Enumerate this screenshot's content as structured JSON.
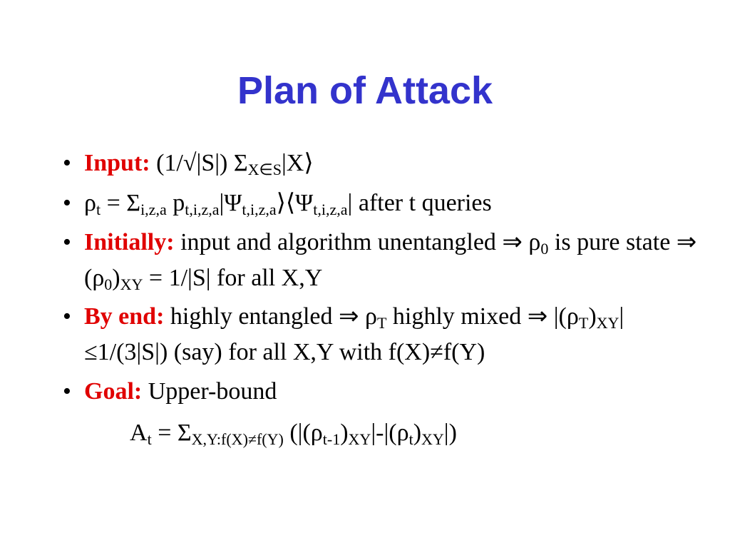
{
  "slide": {
    "title": "Plan of Attack",
    "bullet_glyph": "•",
    "bullets": [
      {
        "keyword": "Input:",
        "t1": " (1/√|S|) Σ",
        "s1": "X∈S",
        "t2": "|X⟩"
      },
      {
        "t1": "ρ",
        "s1": "t",
        "t2": " = Σ",
        "s2": "i,z,a",
        "t3": " p",
        "s3": "t,i,z,a",
        "t4": "|Ψ",
        "s4": "t,i,z,a",
        "t5": "⟩⟨Ψ",
        "s5": "t,i,z,a",
        "t6": "| after t queries"
      },
      {
        "keyword": "Initially:",
        "t1": " input and algorithm unentangled ⇒ ρ",
        "s1": "0",
        "t2": " is pure state ⇒ (ρ",
        "s2": "0",
        "t3": ")",
        "s3": "XY",
        "t4": " = 1/|S| for all X,Y"
      },
      {
        "keyword": "By end:",
        "t1": " highly entangled ⇒ ρ",
        "s1": "T",
        "t2": " highly mixed ⇒ |(ρ",
        "s2": "T",
        "t3": ")",
        "s3": "XY",
        "t4": "|≤1/(3|S|) (say) for all X,Y with f(X)≠f(Y)"
      },
      {
        "keyword": "Goal:",
        "t1": " Upper-bound"
      }
    ],
    "formula": {
      "t1": "A",
      "s1": "t",
      "t2": " = Σ",
      "s2": "X,Y:f(X)≠f(Y)",
      "t3": " (|(ρ",
      "s3": "t-1",
      "t4": ")",
      "s4": "XY",
      "t5": "|-|(ρ",
      "s5": "t",
      "t6": ")",
      "s6": "XY",
      "t7": "|)"
    }
  }
}
